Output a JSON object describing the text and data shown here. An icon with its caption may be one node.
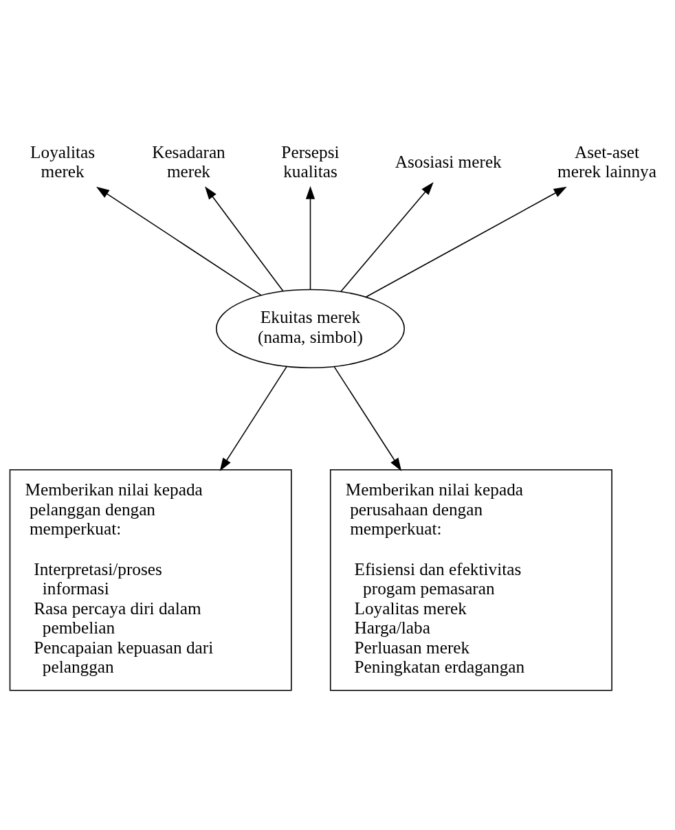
{
  "diagram": {
    "nodes": [
      {
        "text": [
          "Persepsi kualitas"
        ]
      },
      {
        "text": [
          "Kesadaran merek"
        ]
      },
      {
        "text": [
          "Asosiasi merek"
        ]
      },
      {
        "text": [
          "Loyalitas merek"
        ]
      },
      {
        "text": [
          "Aset-aset merek lainnya"
        ]
      },
      {
        "text": [
          "Ekuitas merek (nama, simbol)"
        ]
      },
      {
        "text": [
          "Memberikan nilai kepada pelanggan dengan memperkuat:",
          "Interpretasi/proses informasi",
          "Rasa percaya diri dalam pembelian",
          "Pencapaian kepuasan dari pelanggan"
        ]
      },
      {
        "text": [
          "Memberikan nilai kepada perusahaan dengan memperkuat:",
          "Efisiensi dan efektivitas progam pemasaran",
          "Loyalitas merek",
          "Harga/laba",
          "Perluasan merek",
          "Peningkatan erdagangan"
        ]
      }
    ],
    "edges": [
      {
        "from": 5,
        "to": 0,
        "arrow": "to"
      },
      {
        "from": 5,
        "to": 1,
        "arrow": "to"
      },
      {
        "from": 5,
        "to": 2,
        "arrow": "to"
      },
      {
        "from": 5,
        "to": 3,
        "arrow": "to"
      },
      {
        "from": 5,
        "to": 4,
        "arrow": "to"
      },
      {
        "from": 5,
        "to": 6,
        "arrow": "to"
      },
      {
        "from": 5,
        "to": 7,
        "arrow": "to"
      }
    ]
  }
}
